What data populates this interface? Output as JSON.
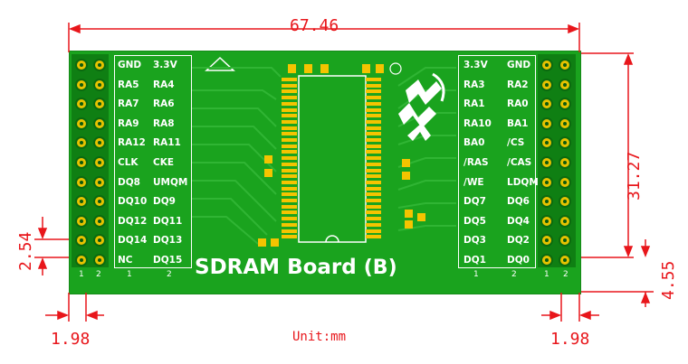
{
  "board": {
    "title": "SDRAM Board",
    "version_mark": "(B)"
  },
  "dimensions": {
    "width": "67.46",
    "height": "31.27",
    "pin_pitch": "2.54",
    "edge_bottom": "4.55",
    "edge_left": "1.98",
    "edge_right": "1.98",
    "unit_label": "Unit:mm"
  },
  "left_header": {
    "col1": [
      "GND",
      "RA5",
      "RA7",
      "RA9",
      "RA12",
      "CLK",
      "DQ8",
      "DQ10",
      "DQ12",
      "DQ14",
      "NC"
    ],
    "col2": [
      "3.3V",
      "RA4",
      "RA6",
      "RA8",
      "RA11",
      "CKE",
      "UMQM",
      "DQ9",
      "DQ11",
      "DQ13",
      "DQ15"
    ],
    "col_numbers": [
      "1",
      "2",
      "1",
      "2"
    ]
  },
  "right_header": {
    "col1": [
      "3.3V",
      "RA3",
      "RA1",
      "RA10",
      "BA0",
      "/RAS",
      "/WE",
      "DQ7",
      "DQ5",
      "DQ3",
      "DQ1"
    ],
    "col2": [
      "GND",
      "RA2",
      "RA0",
      "BA1",
      "/CS",
      "/CAS",
      "LDQM",
      "DQ6",
      "DQ4",
      "DQ2",
      "DQ0"
    ],
    "col_numbers": [
      "1",
      "2",
      "1",
      "2"
    ]
  },
  "colors": {
    "board": "#1aa31e",
    "dimension": "#e8161b",
    "pin": "#e6c200"
  }
}
